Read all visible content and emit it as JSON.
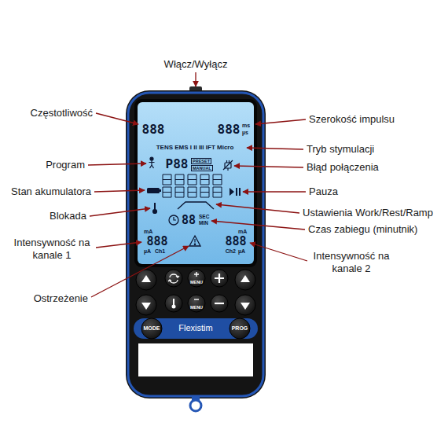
{
  "diagram": {
    "labels": [
      "Włącz/Wyłącz",
      "Częstotliwość",
      "888",
      "888",
      "ms",
      "µs",
      "Szerokość impulsu",
      "TENS EMS I II III IFT Micro",
      "Tryb stymulacji",
      "Program",
      "P88",
      "PRESET",
      "MANUAL",
      "Błąd połączenia",
      "Stan akumulatora",
      "Pauza",
      "Blokada",
      "Ustawienia Work/Rest/Ramp",
      "88",
      "SEC",
      "MIN",
      "Czas zabiegu (minutnik)",
      "mA",
      "888",
      "µA",
      "Ch1",
      "Intensywność na kanale 1",
      "mA",
      "888",
      "µA",
      "Ch2",
      "Intensywność na kanale 2",
      "Ostrzeżenie",
      "MENU",
      "MENU",
      "MODE",
      "Flexistim",
      "PROG"
    ]
  }
}
